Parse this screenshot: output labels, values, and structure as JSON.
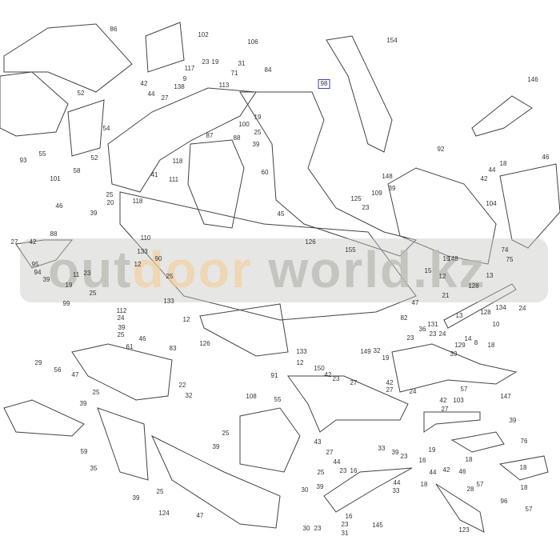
{
  "diagram": {
    "title": "Body panels exploded parts diagram",
    "highlighted_label": "98",
    "highlight_color": "#3a3fd0",
    "labels": [
      "86",
      "102",
      "106",
      "154",
      "146",
      "98",
      "117",
      "23",
      "19",
      "9",
      "31",
      "71",
      "84",
      "113",
      "138",
      "42",
      "44",
      "27",
      "52",
      "19",
      "100",
      "25",
      "39",
      "87",
      "88",
      "60",
      "93",
      "55",
      "54",
      "52",
      "101",
      "58",
      "118",
      "41",
      "111",
      "25",
      "20",
      "118",
      "46",
      "39",
      "88",
      "110",
      "133",
      "12",
      "90",
      "27",
      "42",
      "95",
      "94",
      "39",
      "11",
      "23",
      "25",
      "92",
      "148",
      "109",
      "39",
      "125",
      "23",
      "45",
      "18",
      "44",
      "42",
      "46",
      "104",
      "74",
      "75",
      "148",
      "19",
      "155",
      "126",
      "15",
      "12",
      "13",
      "19",
      "25",
      "99",
      "112",
      "24",
      "39",
      "25",
      "29",
      "56",
      "46",
      "61",
      "83",
      "47",
      "25",
      "22",
      "32",
      "39",
      "59",
      "35",
      "39",
      "25",
      "124",
      "47",
      "133",
      "12",
      "126",
      "91",
      "108",
      "25",
      "39",
      "55",
      "21",
      "128",
      "134",
      "24",
      "128",
      "10",
      "131",
      "13",
      "24",
      "14",
      "8",
      "129",
      "36",
      "23",
      "23",
      "39",
      "18",
      "47",
      "82",
      "133",
      "12",
      "150",
      "149",
      "32",
      "42",
      "23",
      "19",
      "42",
      "27",
      "27",
      "24",
      "57",
      "147",
      "42",
      "103",
      "27",
      "43",
      "39",
      "76",
      "19",
      "33",
      "27",
      "44",
      "25",
      "16",
      "39",
      "23",
      "18",
      "57",
      "42",
      "44",
      "46",
      "18",
      "28",
      "23",
      "16",
      "44",
      "33",
      "30",
      "39",
      "16",
      "23",
      "31",
      "30",
      "23",
      "145",
      "96",
      "123",
      "18",
      "57",
      "18"
    ]
  },
  "watermark": {
    "part1": "out",
    "part2": "door",
    "part3": " world",
    "part4": ".kz"
  }
}
